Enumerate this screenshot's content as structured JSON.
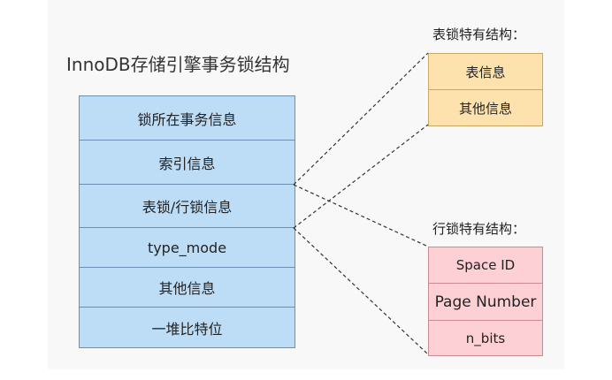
{
  "title": "InnoDB存储引擎事务锁结构",
  "lock_struct": {
    "rows": [
      "锁所在事务信息",
      "索引信息",
      "表锁/行锁信息",
      "type_mode",
      "其他信息",
      "一堆比特位"
    ]
  },
  "table_lock_struct": {
    "title": "表锁特有结构：",
    "rows": [
      "表信息",
      "其他信息"
    ]
  },
  "row_lock_struct": {
    "title": "行锁特有结构：",
    "rows": [
      "Space ID",
      "Page Number",
      "n_bits"
    ]
  },
  "colors": {
    "main_fill": "#bddcf5",
    "table_fill": "#fde2ad",
    "row_fill": "#fcd0d5",
    "connector": "#333333"
  }
}
